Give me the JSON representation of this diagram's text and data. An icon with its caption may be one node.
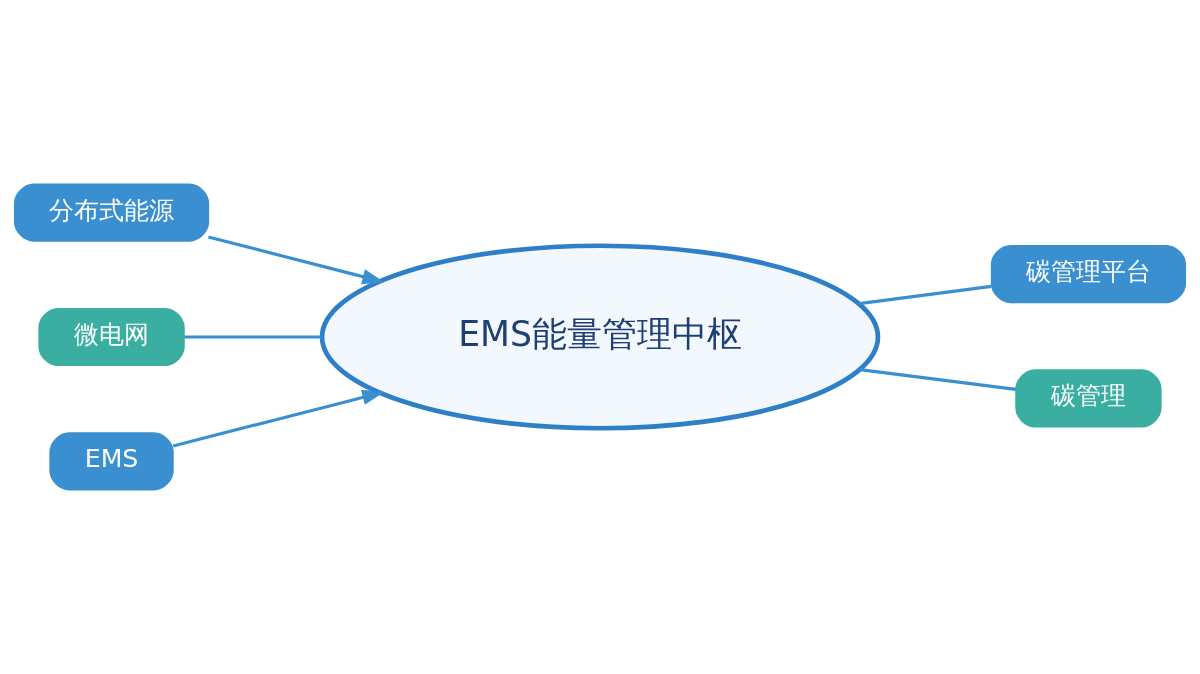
{
  "diagram": {
    "nodes": [
      {
        "text": [
          "EMS能量管理中枢"
        ]
      },
      {
        "text": [
          "分布式能源"
        ]
      },
      {
        "text": [
          "微电网"
        ]
      },
      {
        "text": [
          "EMS"
        ]
      },
      {
        "text": [
          "碳管理平台"
        ]
      },
      {
        "text": [
          "碳管理"
        ]
      }
    ],
    "edges": [
      {
        "from": 1,
        "to": 0,
        "arrow": "to"
      },
      {
        "from": 2,
        "to": 0,
        "arrow": "none"
      },
      {
        "from": 3,
        "to": 0,
        "arrow": "to"
      },
      {
        "from": 0,
        "to": 4,
        "arrow": "none"
      },
      {
        "from": 0,
        "to": 5,
        "arrow": "none"
      }
    ]
  }
}
